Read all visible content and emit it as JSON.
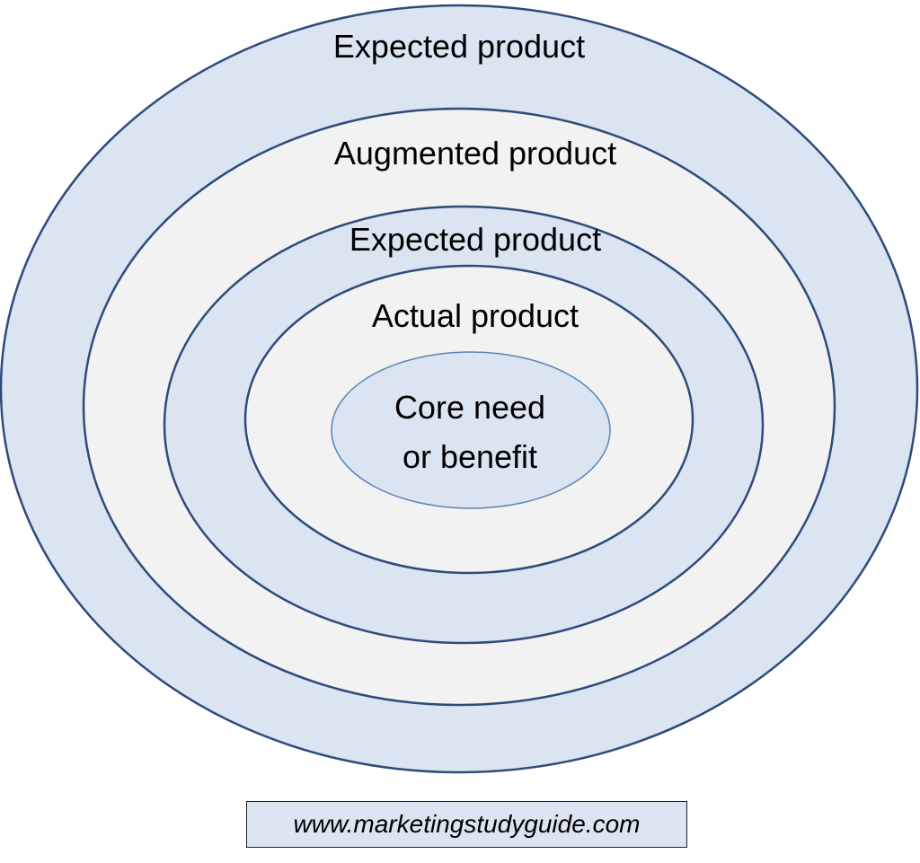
{
  "colors": {
    "ring_blue": "#dbe4f1",
    "ring_grey": "#f2f2f2",
    "ring_stroke": "#2e4b7c",
    "core_stroke": "#5b83b8",
    "source_box_fill": "#dbe4f1"
  },
  "rings": [
    {
      "label": "Expected product"
    },
    {
      "label": "Augmented product"
    },
    {
      "label": "Expected product"
    },
    {
      "label": "Actual product"
    }
  ],
  "core": {
    "line1": "Core need",
    "line2": "or benefit"
  },
  "source": {
    "text": "www.marketingstudyguide.com"
  }
}
